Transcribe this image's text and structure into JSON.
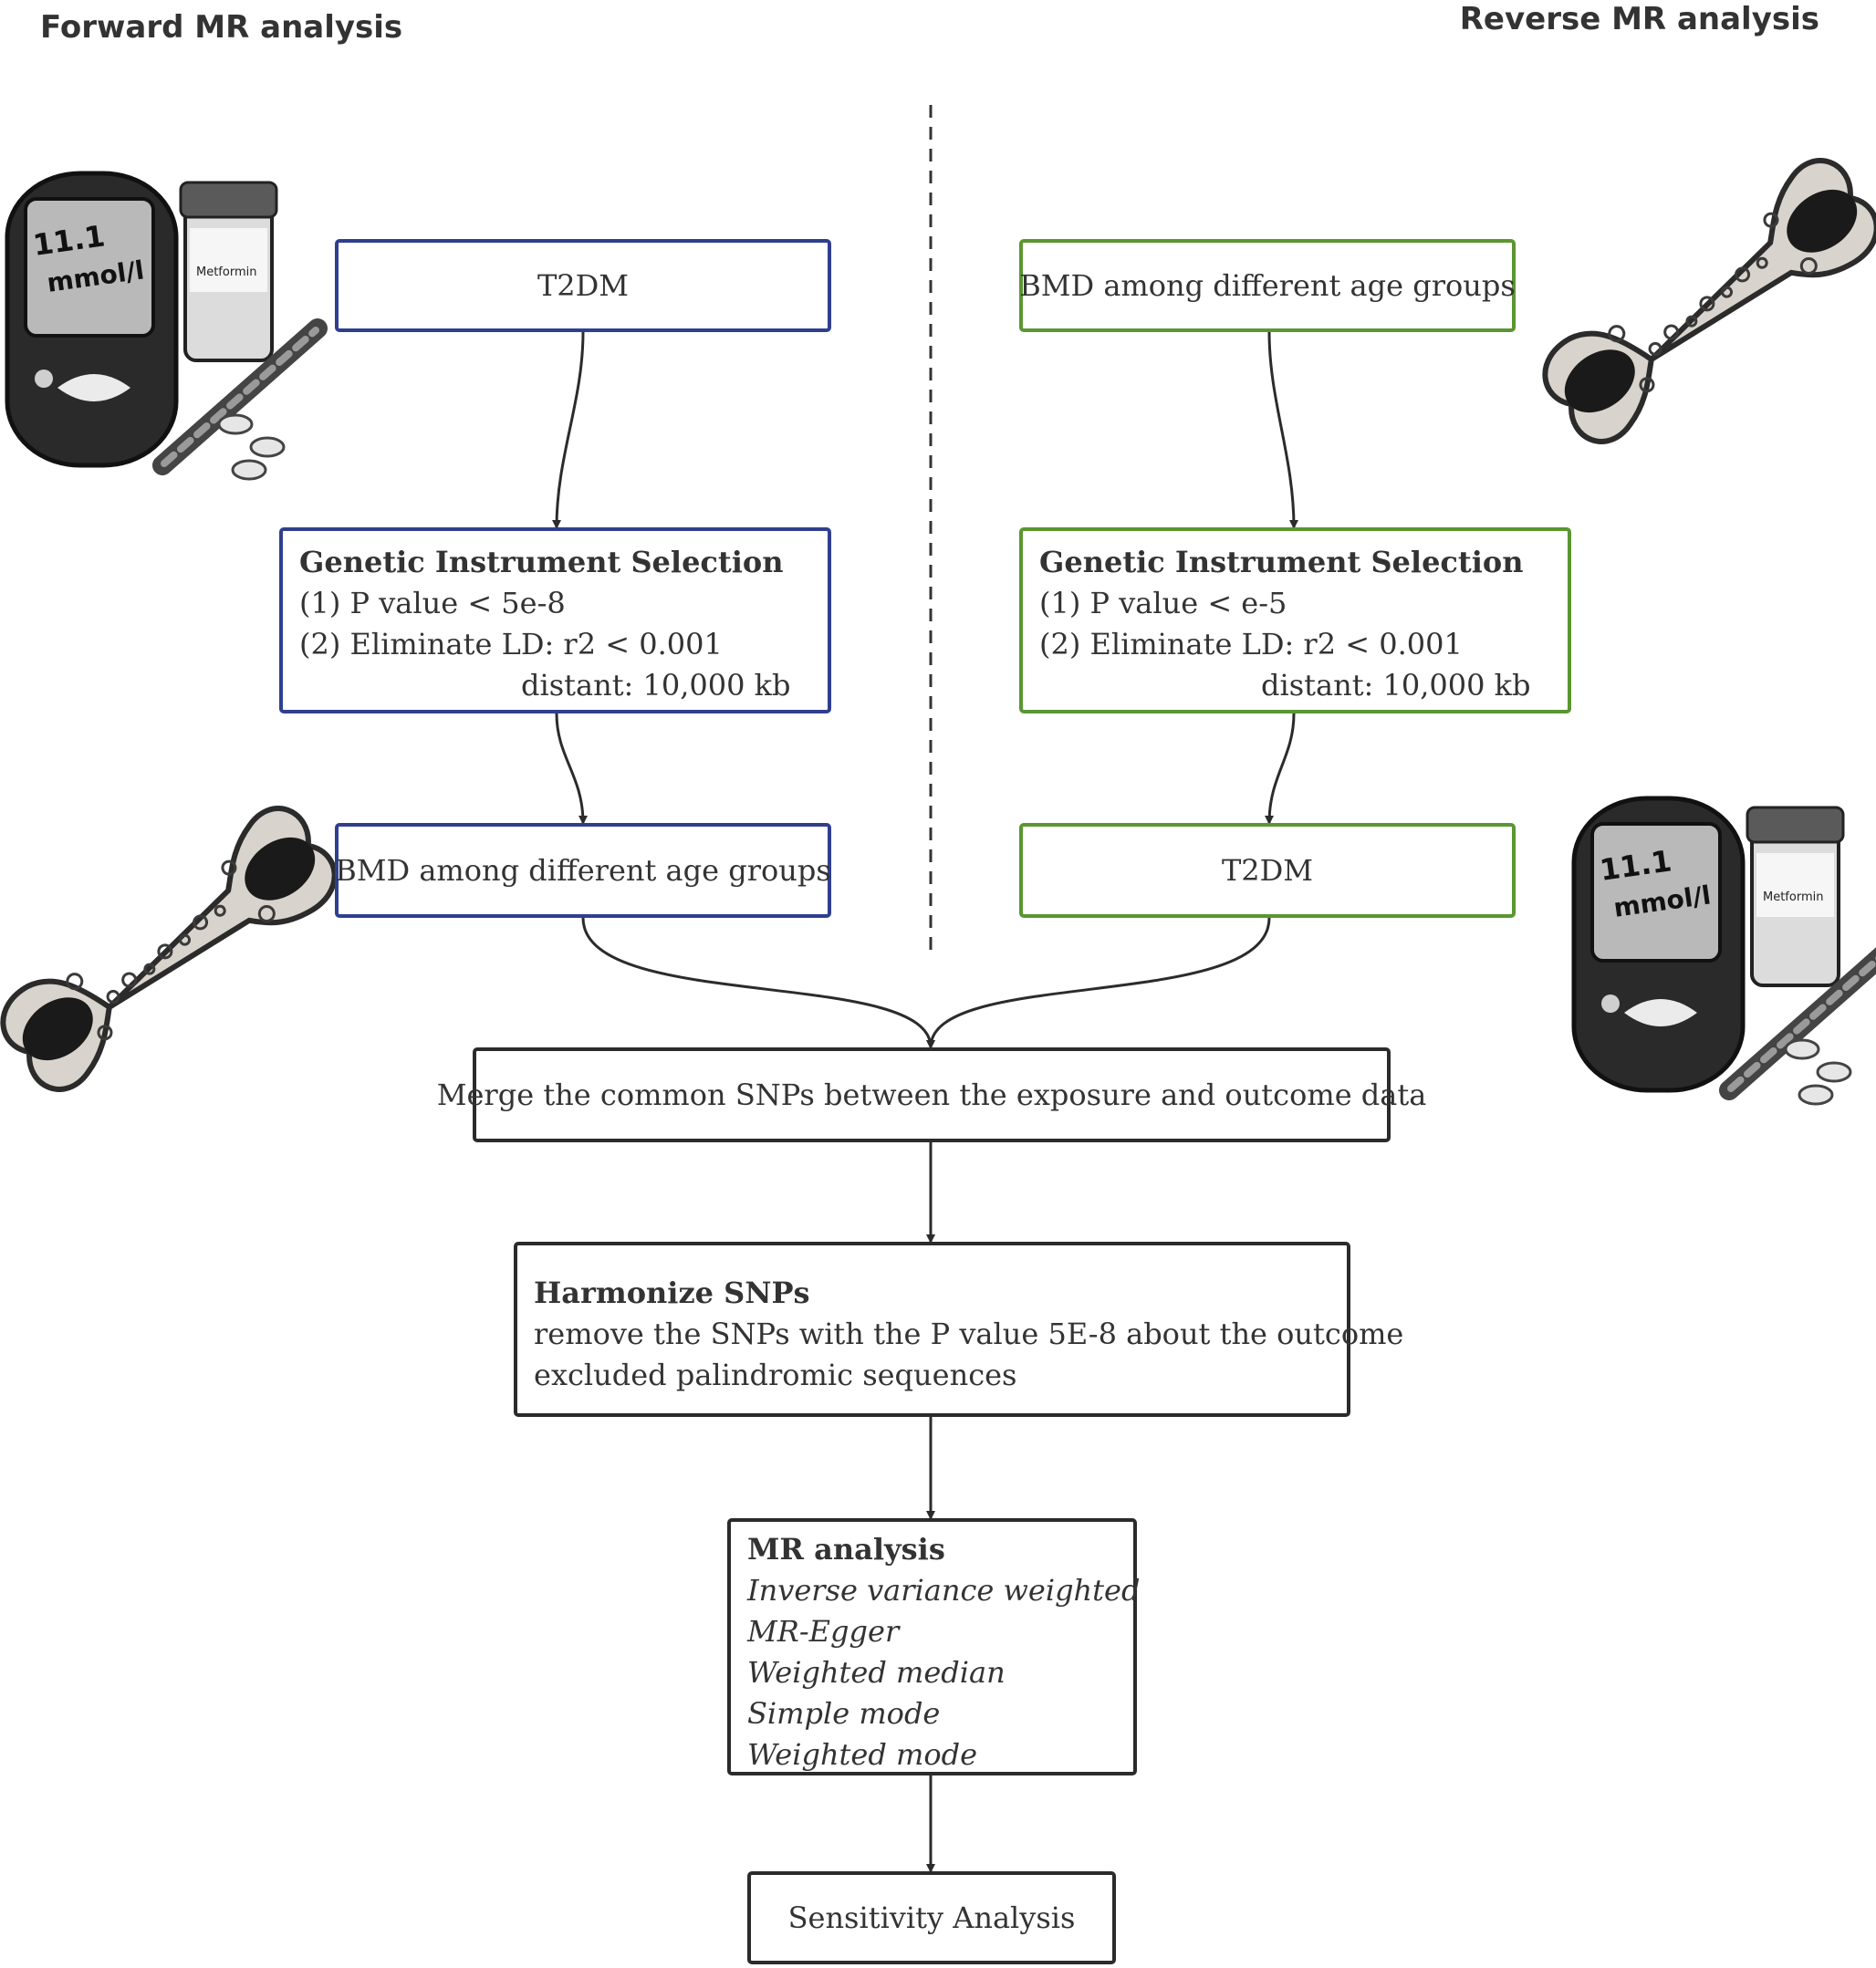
{
  "headings": {
    "forward": "Forward MR analysis",
    "reverse": "Reverse MR analysis"
  },
  "forward": {
    "exposure": "T2DM",
    "selection": {
      "title": "Genetic Instrument Selection",
      "line1": "(1) P value < 5e-8",
      "line2": "(2) Eliminate LD: r2 < 0.001",
      "line3": "distant: 10,000 kb"
    },
    "outcome": "BMD among different age groups"
  },
  "reverse": {
    "exposure": "BMD among different age groups",
    "selection": {
      "title": "Genetic Instrument Selection",
      "line1": "(1) P value < e-5",
      "line2": "(2) Eliminate LD: r2 < 0.001",
      "line3": "distant: 10,000 kb"
    },
    "outcome": "T2DM"
  },
  "merge": "Merge the common SNPs between the exposure and outcome data",
  "harmonize": {
    "title": "Harmonize SNPs",
    "line1": "remove the SNPs with the P value 5E-8 about the outcome",
    "line2": "excluded palindromic sequences"
  },
  "mr": {
    "title": "MR analysis",
    "methods": [
      "Inverse variance weighted",
      "MR-Egger",
      "Weighted median",
      "Simple mode",
      "Weighted mode"
    ]
  },
  "sensitivity": "Sensitivity Analysis",
  "illustrations": {
    "glucometer_reading": [
      "11.1",
      "mmol/l"
    ],
    "bottle_label": "Metformin"
  },
  "colors": {
    "forward_border": "#2f3f8f",
    "reverse_border": "#5a9631",
    "neutral_border": "#2b2b2b",
    "text": "#333333"
  }
}
